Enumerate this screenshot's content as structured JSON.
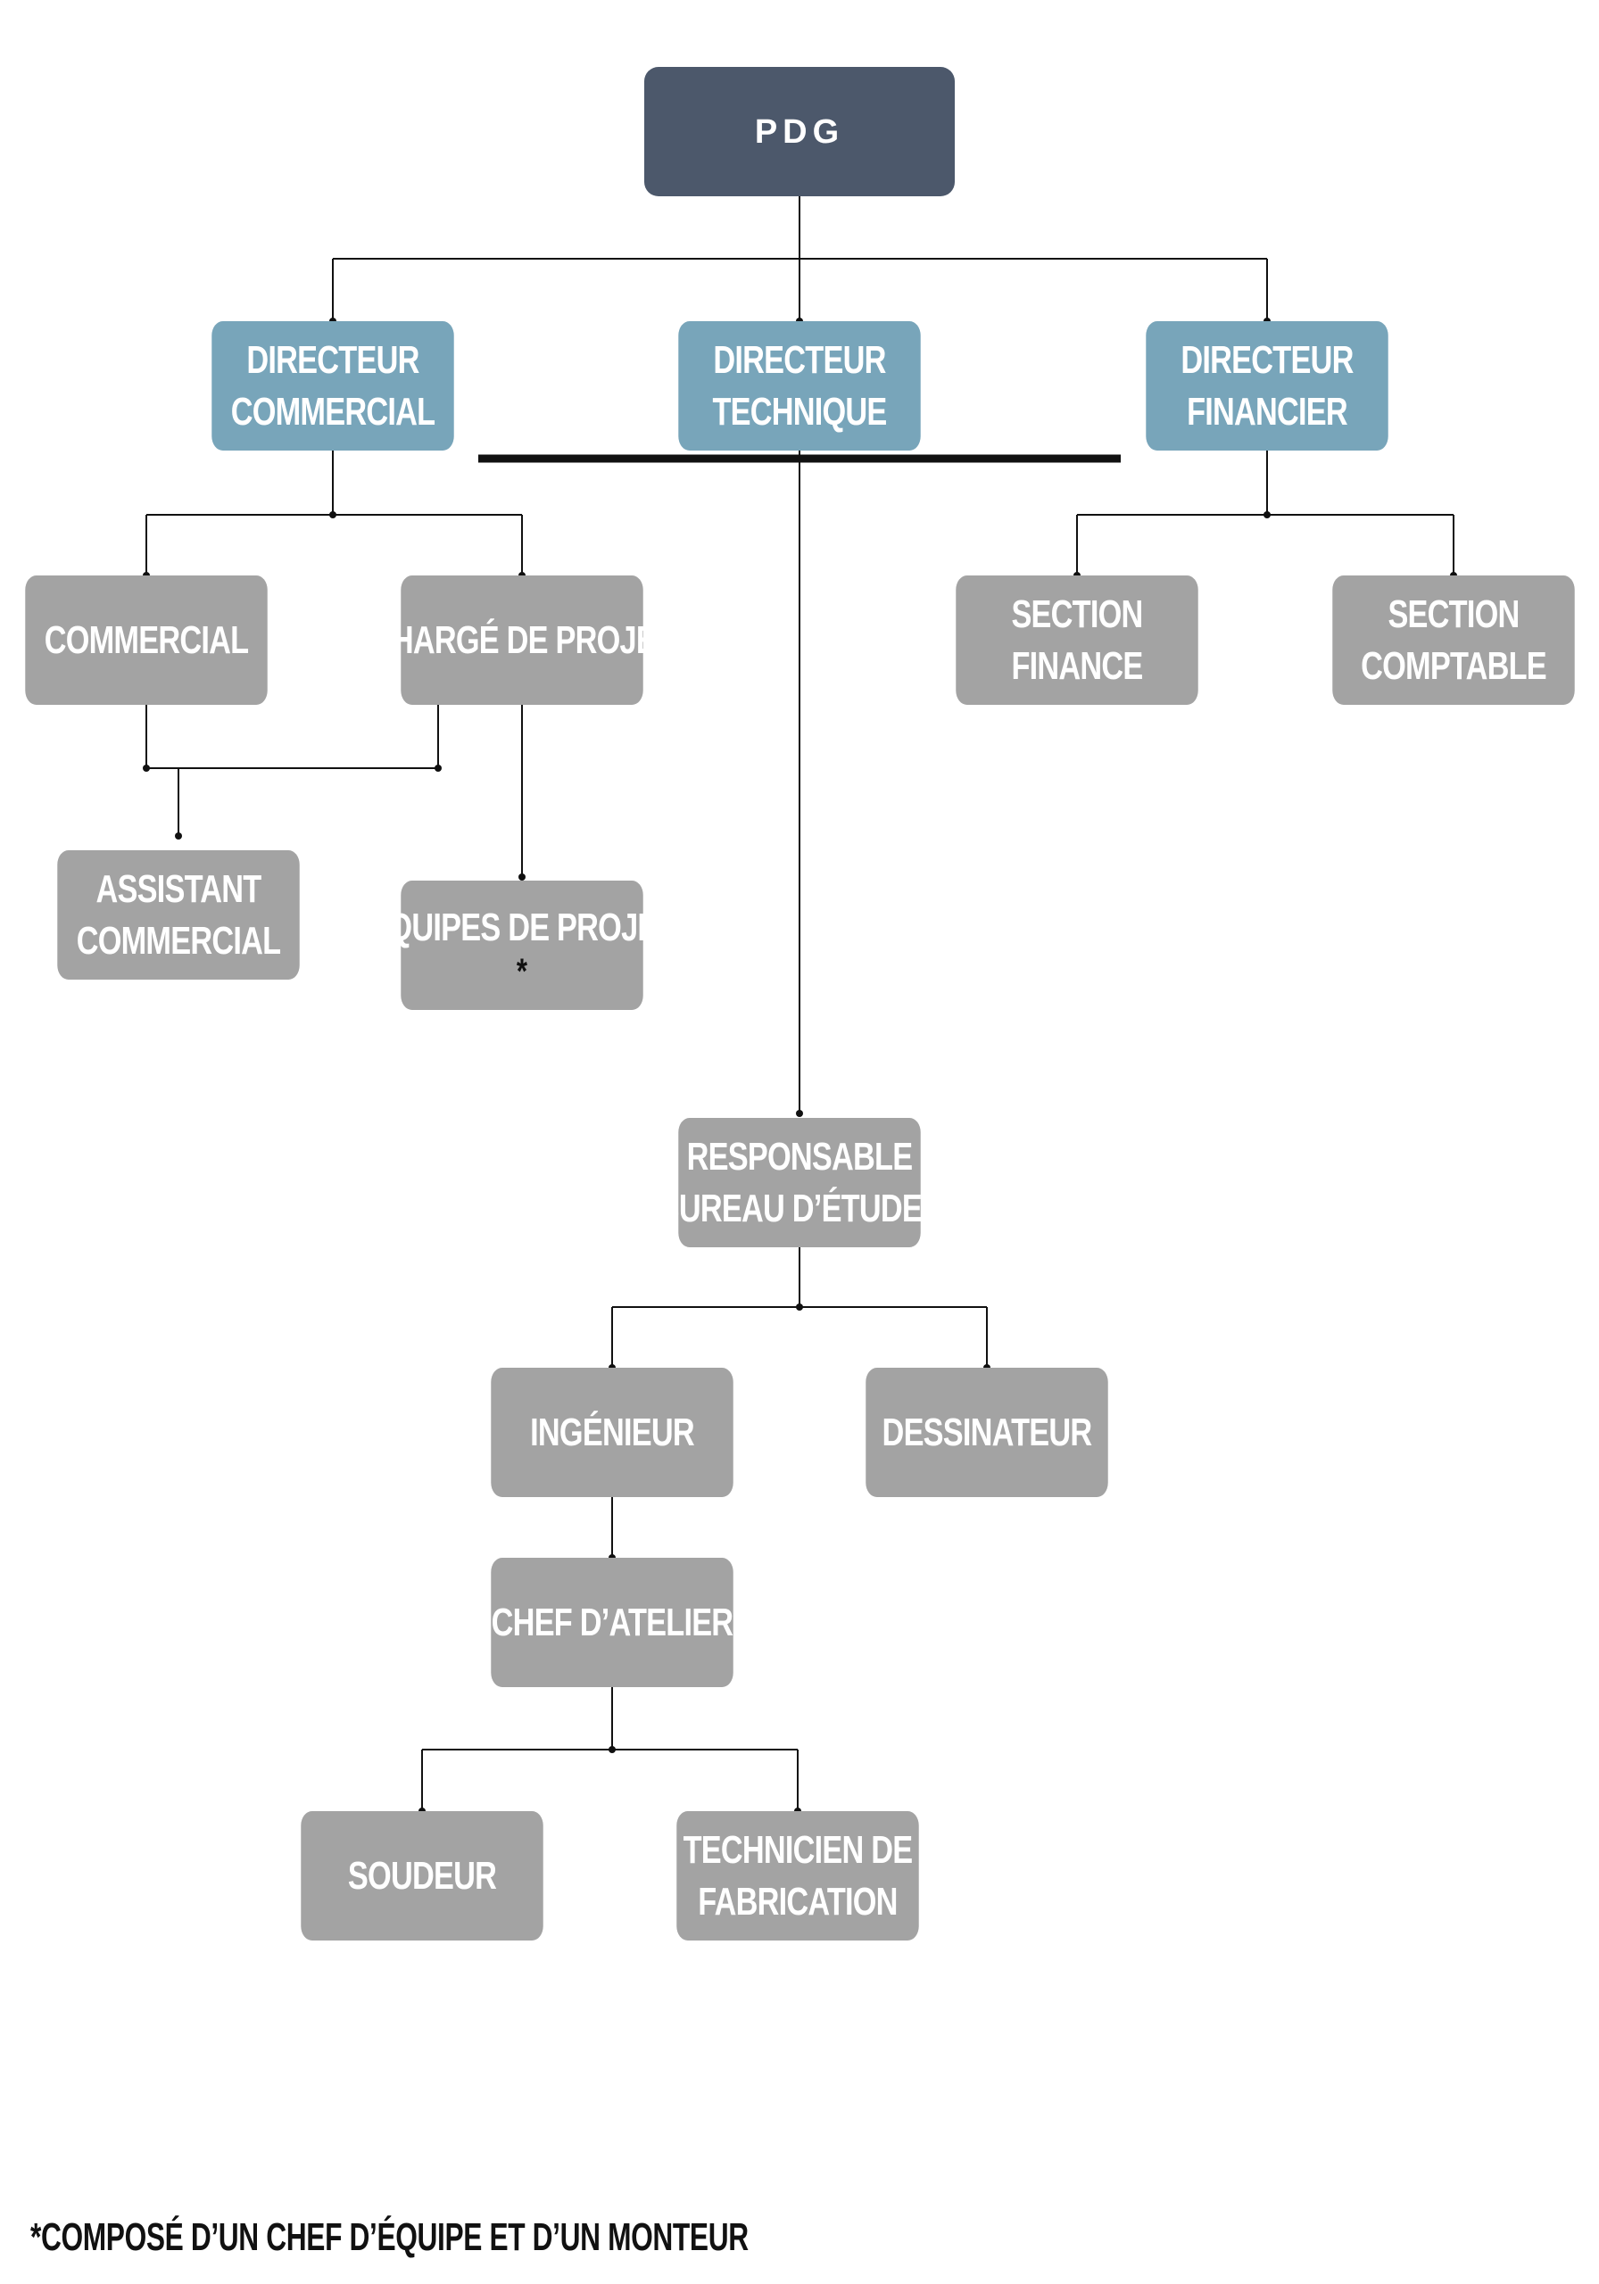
{
  "org_chart": {
    "colors": {
      "top": "#4c586b",
      "director": "#78a5ba",
      "unit": "#a3a3a3",
      "line": "#111111",
      "text": "#ffffff",
      "note": "#111111"
    },
    "nodes": [
      {
        "id": "pdg",
        "name": "pdg-box",
        "level": "top",
        "lines": [
          "PDG"
        ]
      },
      {
        "id": "dir-commercial",
        "name": "directeur-commercial-box",
        "level": "director",
        "lines": [
          "DIRECTEUR",
          "COMMERCIAL"
        ]
      },
      {
        "id": "dir-technique",
        "name": "directeur-technique-box",
        "level": "director",
        "lines": [
          "DIRECTEUR",
          "TECHNIQUE"
        ]
      },
      {
        "id": "dir-financier",
        "name": "directeur-financier-box",
        "level": "director",
        "lines": [
          "DIRECTEUR",
          "FINANCIER"
        ]
      },
      {
        "id": "commercial",
        "name": "commercial-box",
        "level": "unit",
        "lines": [
          "COMMERCIAL"
        ]
      },
      {
        "id": "charge-projet",
        "name": "charge-de-projet-box",
        "level": "unit",
        "lines": [
          "CHARGÉ DE PROJET"
        ]
      },
      {
        "id": "section-finance",
        "name": "section-finance-box",
        "level": "unit",
        "lines": [
          "SECTION",
          "FINANCE"
        ]
      },
      {
        "id": "section-comptable",
        "name": "section-comptable-box",
        "level": "unit",
        "lines": [
          "SECTION",
          "COMPTABLE"
        ]
      },
      {
        "id": "assistant-commercial",
        "name": "assistant-commercial-box",
        "level": "unit",
        "lines": [
          "ASSISTANT",
          "COMMERCIAL"
        ]
      },
      {
        "id": "equipes-projet",
        "name": "equipes-de-projet-box",
        "level": "unit",
        "lines": [
          "ÉQUIPES DE PROJET",
          "*"
        ]
      },
      {
        "id": "resp-bureau",
        "name": "responsable-bureau-etudes-box",
        "level": "unit",
        "lines": [
          "RESPONSABLE",
          "BUREAU D’ÉTUDES"
        ]
      },
      {
        "id": "ingenieur",
        "name": "ingenieur-box",
        "level": "unit",
        "lines": [
          "INGÉNIEUR"
        ]
      },
      {
        "id": "dessinateur",
        "name": "dessinateur-box",
        "level": "unit",
        "lines": [
          "DESSINATEUR"
        ]
      },
      {
        "id": "chef-atelier",
        "name": "chef-d-atelier-box",
        "level": "unit",
        "lines": [
          "CHEF D’ATELIER"
        ]
      },
      {
        "id": "soudeur",
        "name": "soudeur-box",
        "level": "unit",
        "lines": [
          "SOUDEUR"
        ]
      },
      {
        "id": "technicien-fabrication",
        "name": "technicien-de-fabrication-box",
        "level": "unit",
        "lines": [
          "TECHNICIEN DE",
          "FABRICATION"
        ]
      }
    ],
    "edges": [
      {
        "from": "pdg",
        "to": "dir-commercial"
      },
      {
        "from": "pdg",
        "to": "dir-technique"
      },
      {
        "from": "pdg",
        "to": "dir-financier"
      },
      {
        "from": "dir-commercial",
        "to": "commercial"
      },
      {
        "from": "dir-commercial",
        "to": "charge-projet"
      },
      {
        "from": "dir-financier",
        "to": "section-finance"
      },
      {
        "from": "dir-financier",
        "to": "section-comptable"
      },
      {
        "from": "commercial",
        "to": "assistant-commercial"
      },
      {
        "from": "charge-projet",
        "to": "assistant-commercial"
      },
      {
        "from": "charge-projet",
        "to": "equipes-projet"
      },
      {
        "from": "dir-technique",
        "to": "resp-bureau"
      },
      {
        "from": "resp-bureau",
        "to": "ingenieur"
      },
      {
        "from": "resp-bureau",
        "to": "dessinateur"
      },
      {
        "from": "ingenieur",
        "to": "chef-atelier"
      },
      {
        "from": "chef-atelier",
        "to": "soudeur"
      },
      {
        "from": "chef-atelier",
        "to": "technicien-fabrication"
      }
    ],
    "footnote": "*COMPOSÉ D’UN CHEF D’ÉQUIPE ET D’UN MONTEUR"
  }
}
